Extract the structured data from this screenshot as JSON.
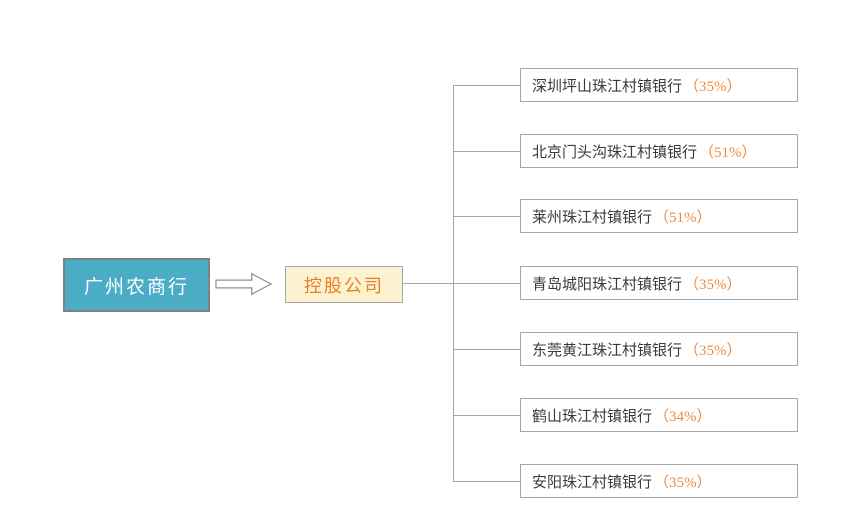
{
  "diagram": {
    "root": {
      "label": "广州农商行"
    },
    "holding": {
      "label": "控股公司"
    },
    "subsidiaries": [
      {
        "name": "深圳坪山珠江村镇银行",
        "stake": "（35%）"
      },
      {
        "name": "北京门头沟珠江村镇银行",
        "stake": "（51%）"
      },
      {
        "name": "莱州珠江村镇银行",
        "stake": "（51%）"
      },
      {
        "name": "青岛城阳珠江村镇银行",
        "stake": "（35%）"
      },
      {
        "name": "东莞黄江珠江村镇银行",
        "stake": "（35%）"
      },
      {
        "name": "鹤山珠江村镇银行",
        "stake": "（34%）"
      },
      {
        "name": "安阳珠江村镇银行",
        "stake": "（35%）"
      }
    ],
    "colors": {
      "root_fill": "#4bacc6",
      "root_border": "#818181",
      "root_text": "#ffffff",
      "holding_fill": "#fdf2cf",
      "holding_border": "#a6a6a6",
      "holding_text": "#e87e2a",
      "subsidiary_fill": "#ffffff",
      "subsidiary_border": "#a6a6a6",
      "subsidiary_text": "#3b3b3b",
      "stake_text": "#ed8c40",
      "connector": "#a6a6a6"
    },
    "icons": {
      "arrow": "arrow-right-icon"
    }
  }
}
